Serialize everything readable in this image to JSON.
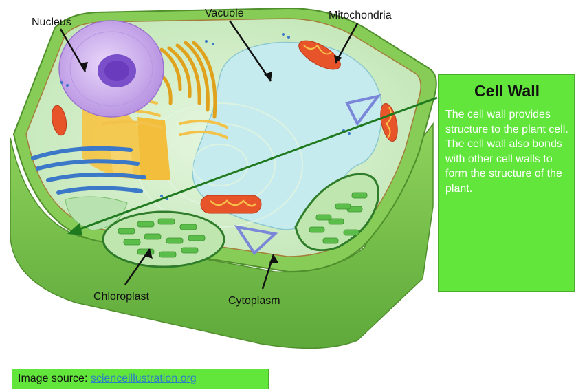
{
  "labels": {
    "nucleus": "Nucleus",
    "vacuole": "Vacuole",
    "mitochondria": "Mitochondria",
    "chloroplast": "Chloroplast",
    "cytoplasm": "Cytoplasm"
  },
  "callout": {
    "title": "Cell Wall",
    "body": "The cell wall provides structure to the plant cell. The cell wall also bonds with other cell walls to form the structure of the plant."
  },
  "source": {
    "prefix": "Image source:",
    "link_text": "scienceillustration.org"
  },
  "colors": {
    "cell_wall": "#7ec850",
    "cytoplasm": "#cdeec6",
    "vacuole": "#c8ecef",
    "nucleus": "#c9a8e6",
    "nucleolus": "#7b4fc9",
    "golgi": "#f1c232",
    "er": "#3b78c8",
    "mitochondria": "#e8542a",
    "chloroplast": "#5bbd4a",
    "callout_bg": "#62e63c",
    "arrow": "#1f7a1f"
  }
}
